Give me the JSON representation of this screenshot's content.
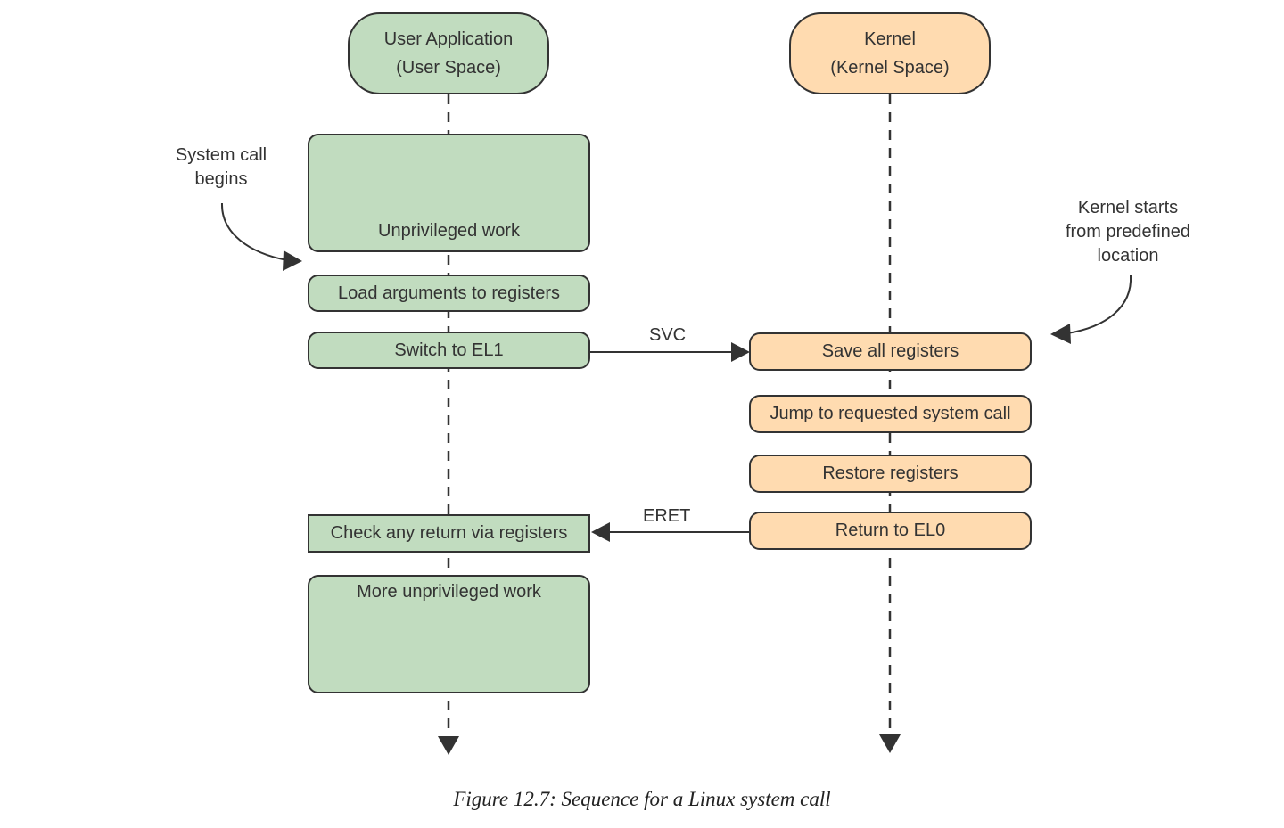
{
  "lanes": {
    "user": {
      "line1": "User Application",
      "line2": "(User Space)"
    },
    "kernel": {
      "line1": "Kernel",
      "line2": "(Kernel Space)"
    }
  },
  "user_steps": {
    "unprivileged": "Unprivileged work",
    "load_args": "Load arguments to registers",
    "switch": "Switch to EL1",
    "check_return": "Check any return via registers",
    "more_work": "More unprivileged work"
  },
  "kernel_steps": {
    "save": "Save all registers",
    "jump": "Jump to requested system call",
    "restore": "Restore registers",
    "return": "Return to EL0"
  },
  "messages": {
    "svc": "SVC",
    "eret": "ERET"
  },
  "notes": {
    "syscall_line1": "System call",
    "syscall_line2": "begins",
    "kernel_line1": "Kernel starts",
    "kernel_line2": "from predefined",
    "kernel_line3": "location"
  },
  "caption": "Figure 12.7:  Sequence for a Linux system call",
  "colors": {
    "user_fill": "#c1dcbf",
    "kernel_fill": "#ffdbb0",
    "stroke": "#333333"
  }
}
